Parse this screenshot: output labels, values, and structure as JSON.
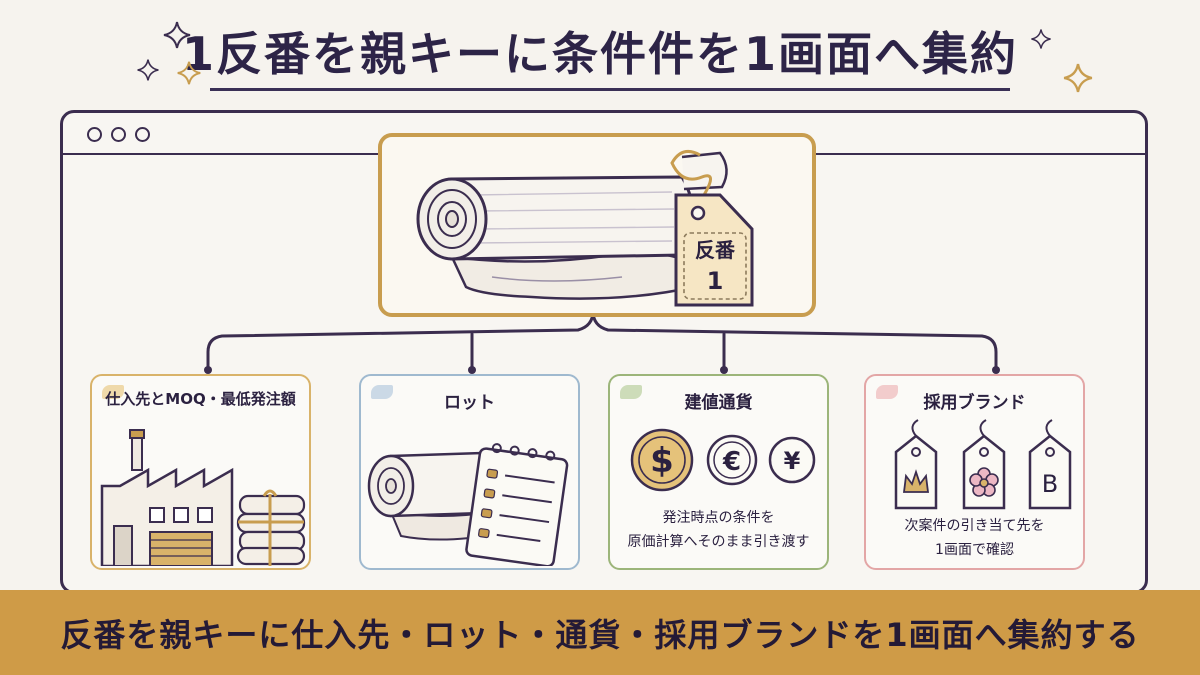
{
  "title": "1反番を親キーに条件件を1画面へ集約",
  "hero": {
    "tag_line1": "反番",
    "tag_line2": "1"
  },
  "cards": [
    {
      "title": "仕入先とMOQ・最低発注額",
      "accent": "#d9b36a"
    },
    {
      "title": "ロット",
      "accent": "#9fb9cf"
    },
    {
      "title": "建値通貨",
      "accent": "#9cb57a",
      "currency_symbols": [
        "$",
        "€",
        "¥"
      ],
      "note_line1": "発注時点の条件を",
      "note_line2": "原価計算へそのまま引き渡す"
    },
    {
      "title": "採用ブランド",
      "accent": "#e3a6a6",
      "tag_letter": "B",
      "note_line1": "次案件の引き当て先を",
      "note_line2": "1画面で確認"
    }
  ],
  "banner": "反番を親キーに仕入先・ロット・通貨・採用ブランドを1画面へ集約する",
  "colors": {
    "ink": "#2d2447",
    "gold": "#c89d4f",
    "banner": "#cf9b47",
    "background": "#f6f3ee"
  }
}
